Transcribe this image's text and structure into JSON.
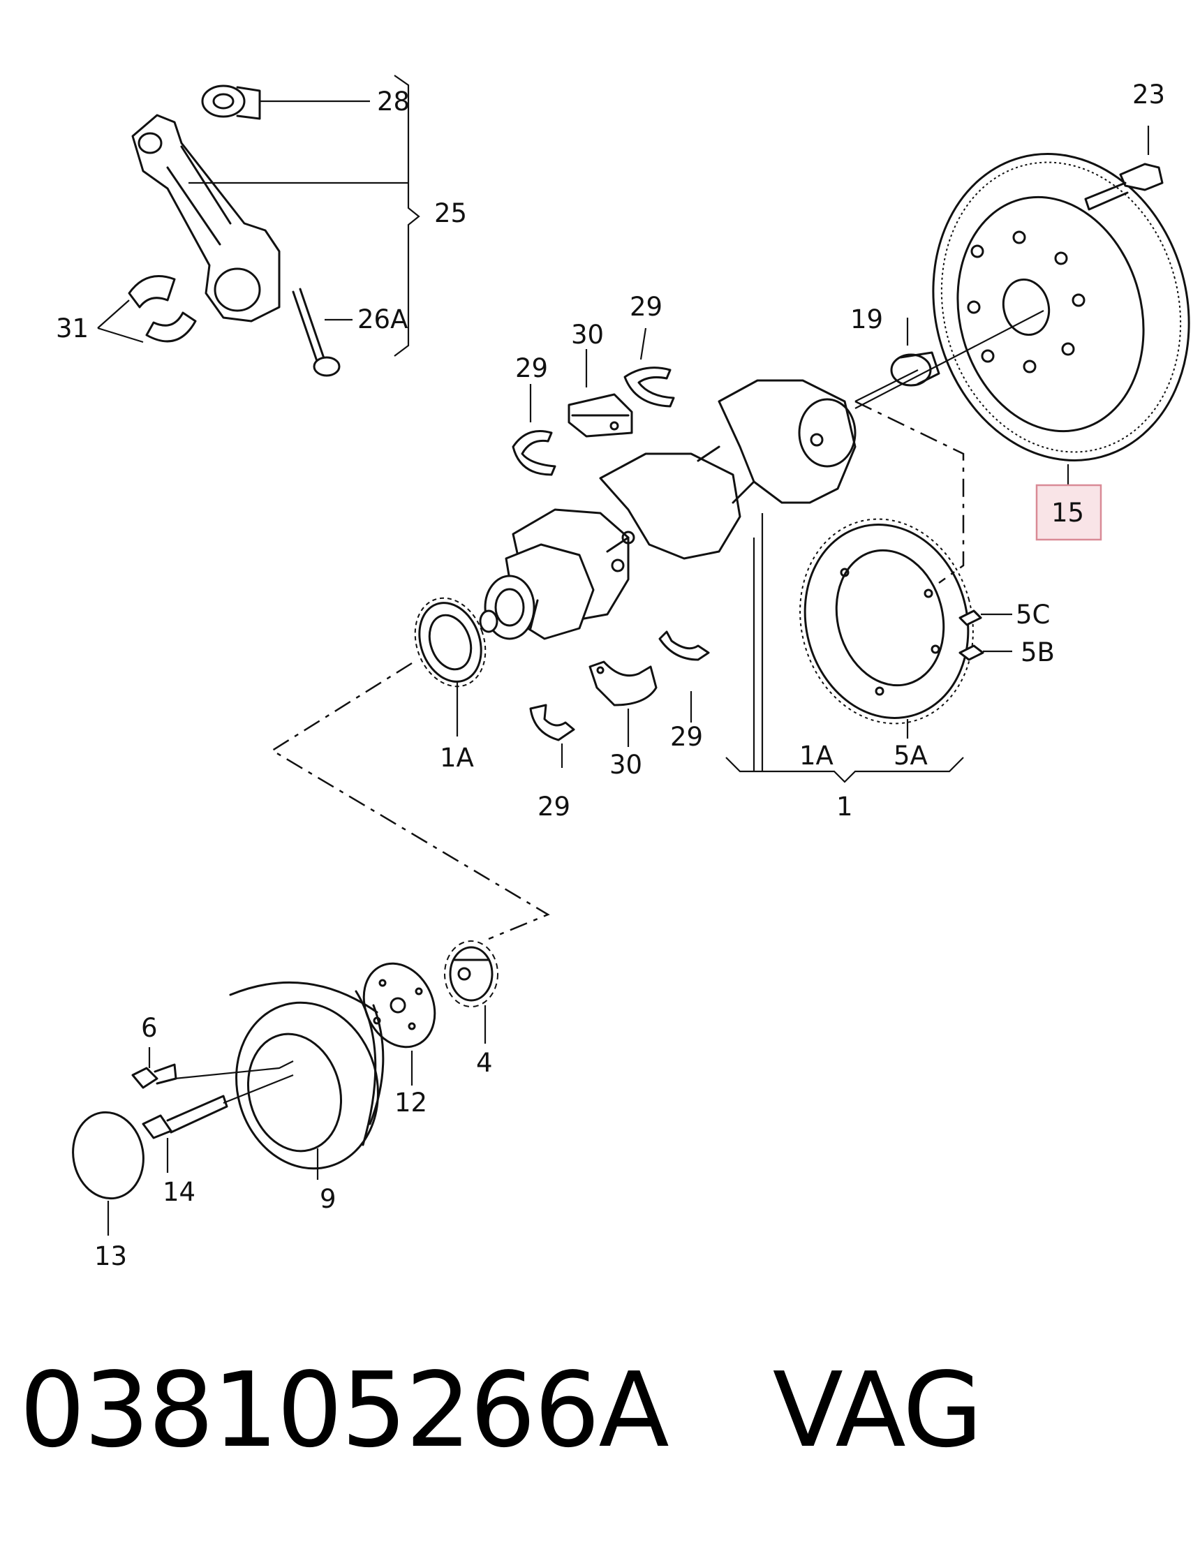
{
  "callouts": {
    "c28": "28",
    "c25": "25",
    "c26a": "26A",
    "c31": "31",
    "c23": "23",
    "c19": "19",
    "c29a": "29",
    "c30a": "30",
    "c29b": "29",
    "c15": "15",
    "c5c": "5C",
    "c5b": "5B",
    "c1a_left": "1A",
    "c29c": "29",
    "c30b": "30",
    "c29d": "29",
    "c1a_right": "1A",
    "c5a": "5A",
    "c1": "1",
    "c6": "6",
    "c4": "4",
    "c12": "12",
    "c14": "14",
    "c9": "9",
    "c13": "13"
  },
  "footer": {
    "part_number": "038105266A",
    "brand": "VAG"
  },
  "colors": {
    "highlight_border": "#d98a96",
    "highlight_fill": "#f9e4e7",
    "ink": "#111111"
  }
}
